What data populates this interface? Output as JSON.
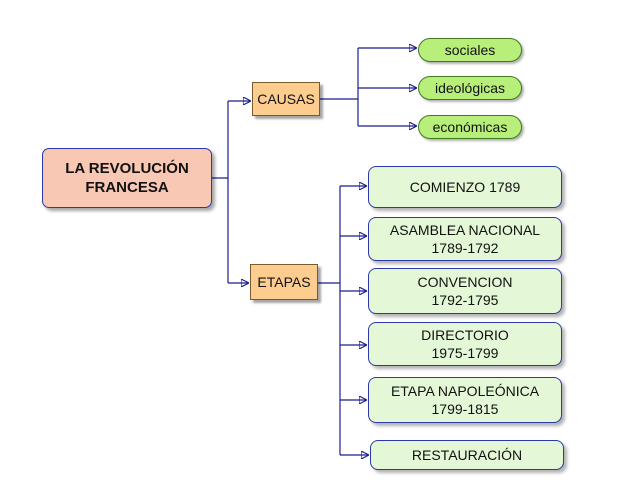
{
  "root": {
    "line1": "LA REVOLUCIÓN",
    "line2": "FRANCESA"
  },
  "categories": {
    "causas": "CAUSAS",
    "etapas": "ETAPAS"
  },
  "causas_items": [
    "sociales",
    "ideológicas",
    "económicas"
  ],
  "etapas_items": [
    {
      "line1": "COMIENZO 1789",
      "line2": ""
    },
    {
      "line1": "ASAMBLEA NACIONAL",
      "line2": "1789-1792"
    },
    {
      "line1": "CONVENCION",
      "line2": "1792-1795"
    },
    {
      "line1": "DIRECTORIO",
      "line2": "1975-1799"
    },
    {
      "line1": "ETAPA NAPOLEÓNICA",
      "line2": "1799-1815"
    },
    {
      "line1": "RESTAURACIÓN",
      "line2": ""
    }
  ],
  "colors": {
    "root_fill": "#f9c8b4",
    "category_fill": "#fccd8e",
    "pill_fill": "#b8ee7a",
    "stage_fill": "#e4f7d6",
    "connector": "#1a1f8c"
  }
}
